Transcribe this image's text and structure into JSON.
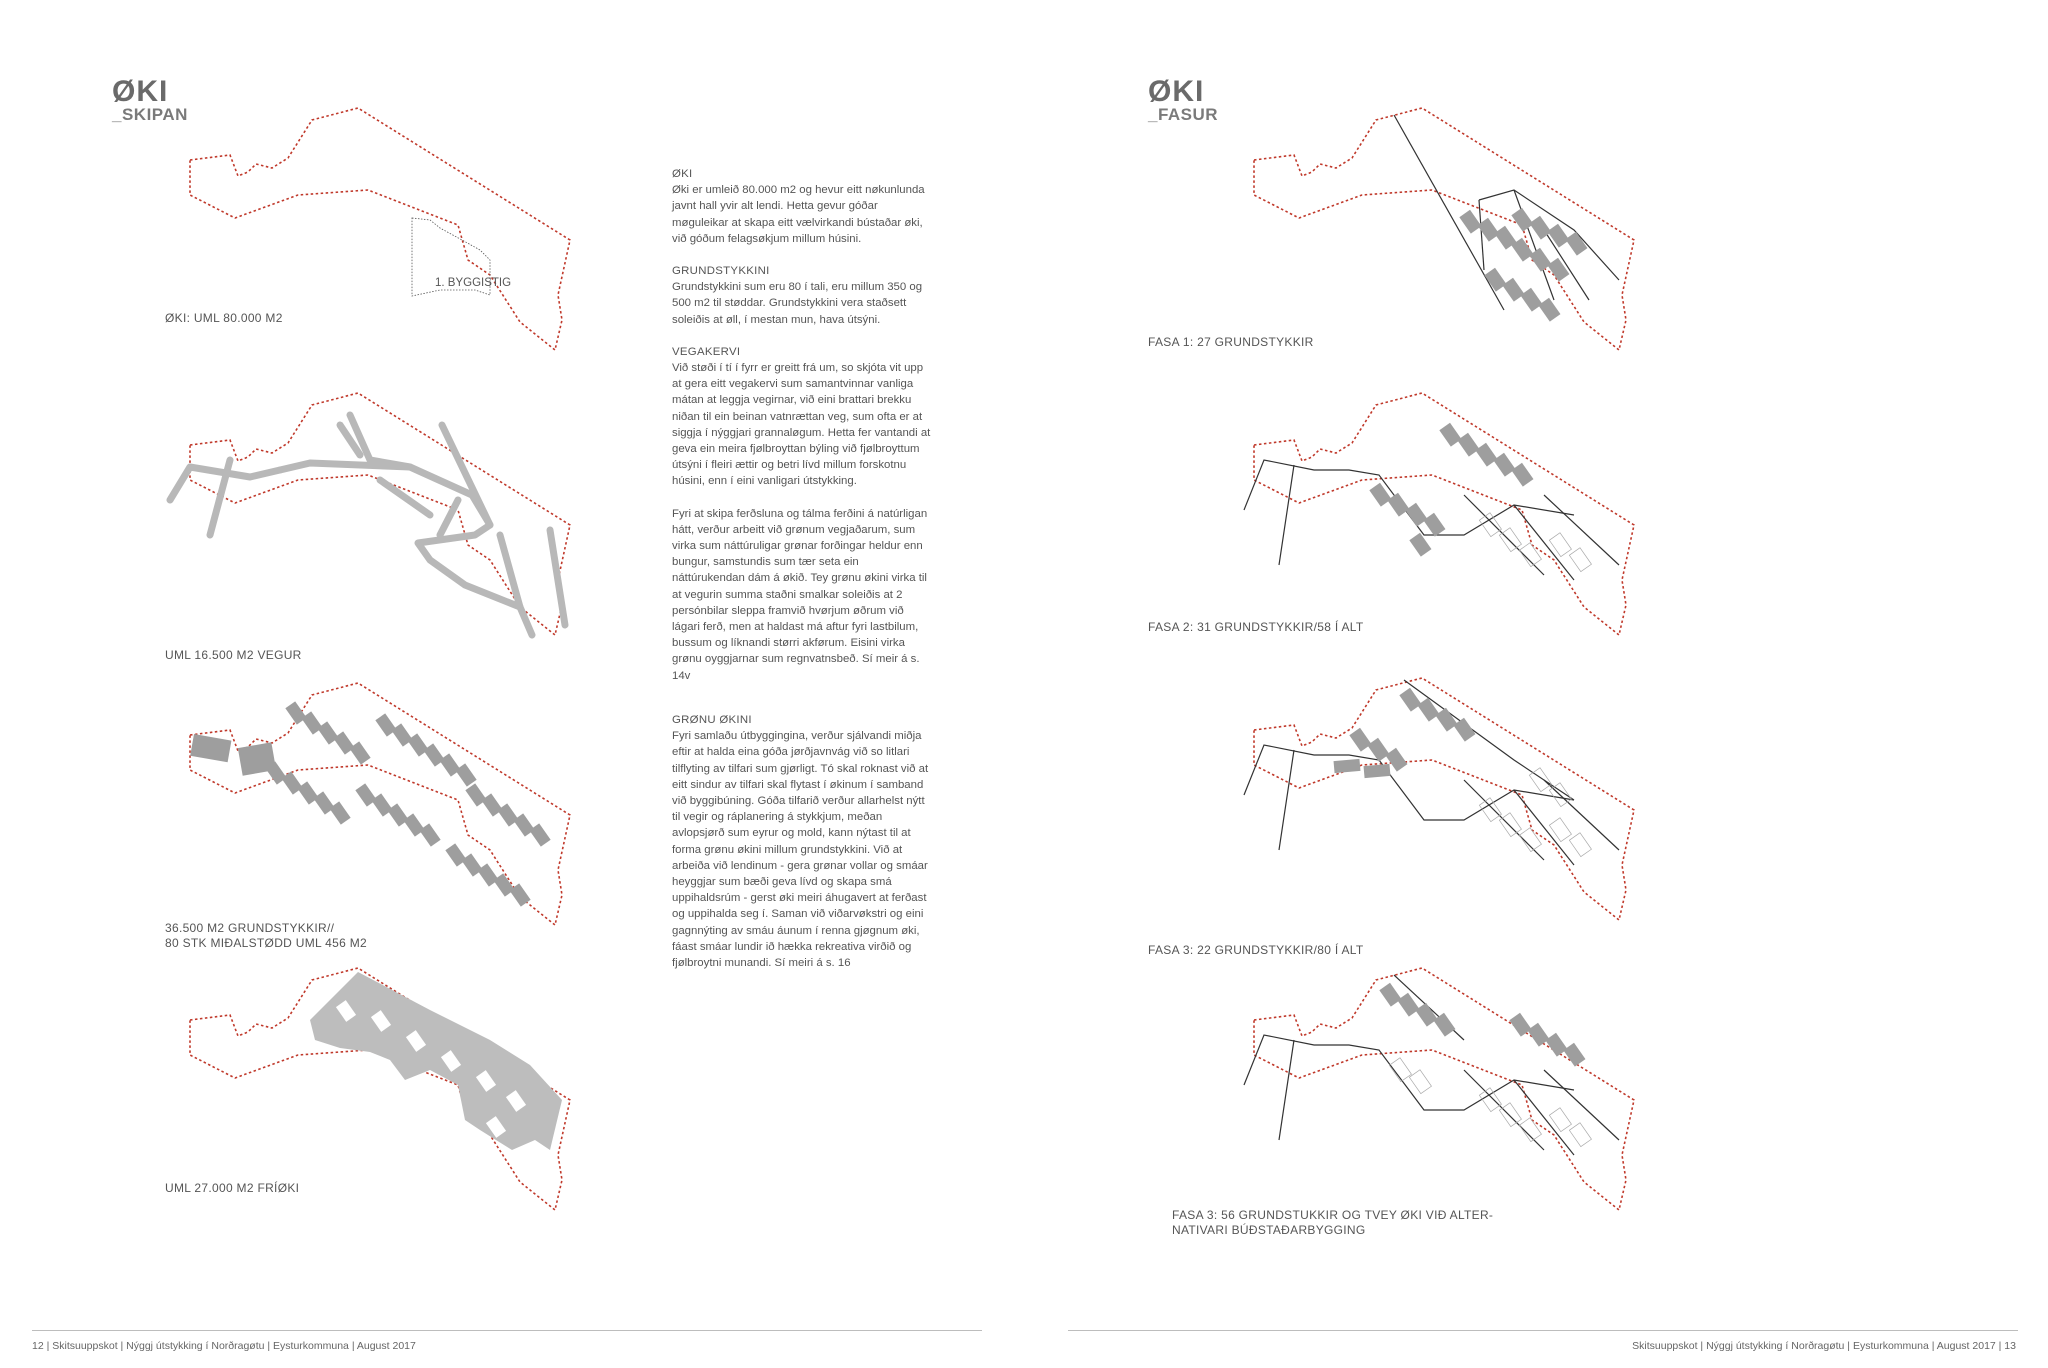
{
  "left_page": {
    "title": "ØKI",
    "subtitle": "_SKIPAN",
    "diagrams": [
      {
        "caption": "ØKI: UML 80.000 M2",
        "label": "1. BYGGISTIG"
      },
      {
        "caption": "UML 16.500 M2 VEGUR"
      },
      {
        "caption_lines": [
          "36.500 M2 GRUNDSTYKKIR//",
          "80 STK MIÐALSTØDD UML 456 M2"
        ]
      },
      {
        "caption": "UML 27.000 M2 FRÍØKI"
      }
    ],
    "text_sections": [
      {
        "title": "ØKI",
        "paragraphs": [
          "Øki er umleið 80.000 m2 og hevur eitt nøkunlunda javnt hall yvir alt lendi. Hetta gevur góðar møguleikar at skapa eitt vælvirkandi bústaðar øki, við góðum felagsøkjum millum húsini."
        ]
      },
      {
        "title": "GRUNDSTYKKINI",
        "paragraphs": [
          "Grundstykkini sum eru 80 í tali, eru millum 350 og 500 m2 til støddar. Grundstykkini vera staðsett soleiðis at øll, í mestan mun, hava útsýni."
        ]
      },
      {
        "title": "VEGAKERVI",
        "paragraphs": [
          "Við støði í tí í fyrr er greitt frá um, so skjóta vit upp at gera eitt vegakervi sum samantvinnar vanliga mátan at leggja vegirnar, við eini brattari brekku niðan til ein beinan vatnrættan veg, sum ofta er at siggja í nýggjari grannaløgum. Hetta fer vantandi at geva ein meira fjølbroyttan býling við fjølbroyttum útsýni í fleiri ættir og betri lívd millum forskotnu húsini, enn í eini vanligari útstykking.",
          "Fyri at skipa ferðsluna og tálma ferðini á natúrligan hátt, verður arbeitt við grønum vegjaðarum, sum virka sum náttúruligar grønar forðingar heldur enn bungur, samstundis sum tær seta ein náttúrukendan dám á økið. Tey grønu økini virka til at vegurin summa staðni smalkar soleiðis at 2 persónbilar sleppa framvið hvørjum øðrum við lágari ferð, men at haldast má aftur fyri lastbilum, bussum og líknandi størri akførum. Eisini virka grønu oyggjarnar sum regnvatnsbeð. Sí meir á s. 14v"
        ]
      },
      {
        "title": "GRØNU ØKINI",
        "paragraphs": [
          "Fyri samlaðu útbyggingina, verður sjálvandi miðja eftir at halda eina góða jørðjavnvág við so litlari tilflyting av tilfari sum gjørligt. Tó skal roknast við at eitt sindur av tilfari skal flytast í økinum í samband við byggibúning. Góða tilfarið verður allarhelst nýtt til vegir og ráplanering á stykkjum, meðan avlopsjørð sum eyrur og mold, kann nýtast til at forma grønu økini millum grundstykkini. Við at arbeiða við lendinum - gera grønar vollar og smáar heyggjar sum bæði geva lívd og skapa smá uppihaldsrúm - gerst øki meiri áhugavert at ferðast og uppihalda seg í. Saman við viðarvøkstri og eini gagnnýting av smáu áunum í renna gjøgnum øki, fáast smáar lundir ið hækka rekreativa virðið og fjølbroytni munandi. Sí meiri á s. 16"
        ]
      }
    ],
    "footer": "12 | Skitsuuppskot | Nýggj útstykking í Norðragøtu | Eysturkommuna | August 2017"
  },
  "right_page": {
    "title": "ØKI",
    "subtitle": "_FASUR",
    "diagrams": [
      {
        "caption": "FASA 1: 27 GRUNDSTYKKIR"
      },
      {
        "caption": "FASA 2: 31 GRUNDSTYKKIR/58  Í ALT"
      },
      {
        "caption": "FASA 3: 22 GRUNDSTYKKIR/80 Í ALT"
      },
      {
        "caption_lines": [
          "FASA 3: 56 GRUNDSTUKKIR OG TVEY ØKI VIÐ ALTER-",
          "NATIVARI BÚÐSTAÐARBYGGING"
        ]
      }
    ],
    "footer": "Skitsuuppskot | Nýggj útstykking í Norðragøtu | Eysturkommuna | August 2017  |  13"
  },
  "colors": {
    "boundary": "#c0392b",
    "plot_fill": "#9e9e9e",
    "green_fill": "#bdbdbd",
    "text": "#555555",
    "rule": "#bdbdbd"
  }
}
